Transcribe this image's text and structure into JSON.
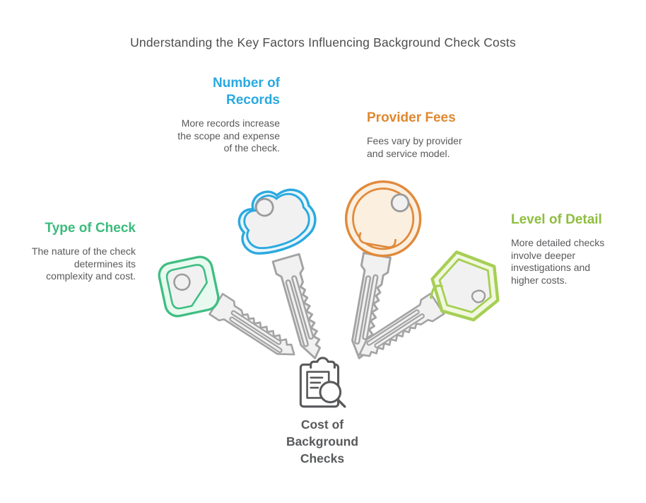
{
  "title": "Understanding the Key Factors Influencing Background Check Costs",
  "factors": [
    {
      "id": "number-of-records",
      "heading": "Number of Records",
      "description": "More records increase the scope and expense of the check.",
      "accent_color": "#29A9E0",
      "key_head_shape": "cloud"
    },
    {
      "id": "provider-fees",
      "heading": "Provider Fees",
      "description": "Fees vary by provider and service model.",
      "accent_color": "#E0882F",
      "key_head_shape": "circle"
    },
    {
      "id": "type-of-check",
      "heading": "Type of Check",
      "description": "The nature of the check determines its complexity and cost.",
      "accent_color": "#3CBB7C",
      "key_head_shape": "rounded-square"
    },
    {
      "id": "level-of-detail",
      "heading": "Level of Detail",
      "description": "More detailed checks involve deeper investigations and higher costs.",
      "accent_color": "#8EBE3F",
      "key_head_shape": "hexagon"
    }
  ],
  "center": {
    "icon": "clipboard-search-icon",
    "label": "Cost of Background Checks"
  },
  "colors": {
    "blue": "#29A9E0",
    "orange": "#E0882F",
    "green": "#3CBB7C",
    "lime_heading": "#8EBE3F",
    "blue_key": "#2BA9DF",
    "orange_key": "#E08A3C",
    "green_key": "#41BE83",
    "lime_key": "#A6CF55",
    "blue_fill": "#E9F6FC",
    "orange_fill": "#FBEFE0",
    "green_fill": "#E8FAF0",
    "lime_fill": "#F1F8DF",
    "gray_stroke": "#A3A3A3",
    "hole_stroke": "#9B9B9B",
    "gray_fill": "#F1F1F2",
    "body_text": "#58595B",
    "title_text": "#4D4D4D",
    "icon_stroke": "#58595B"
  }
}
